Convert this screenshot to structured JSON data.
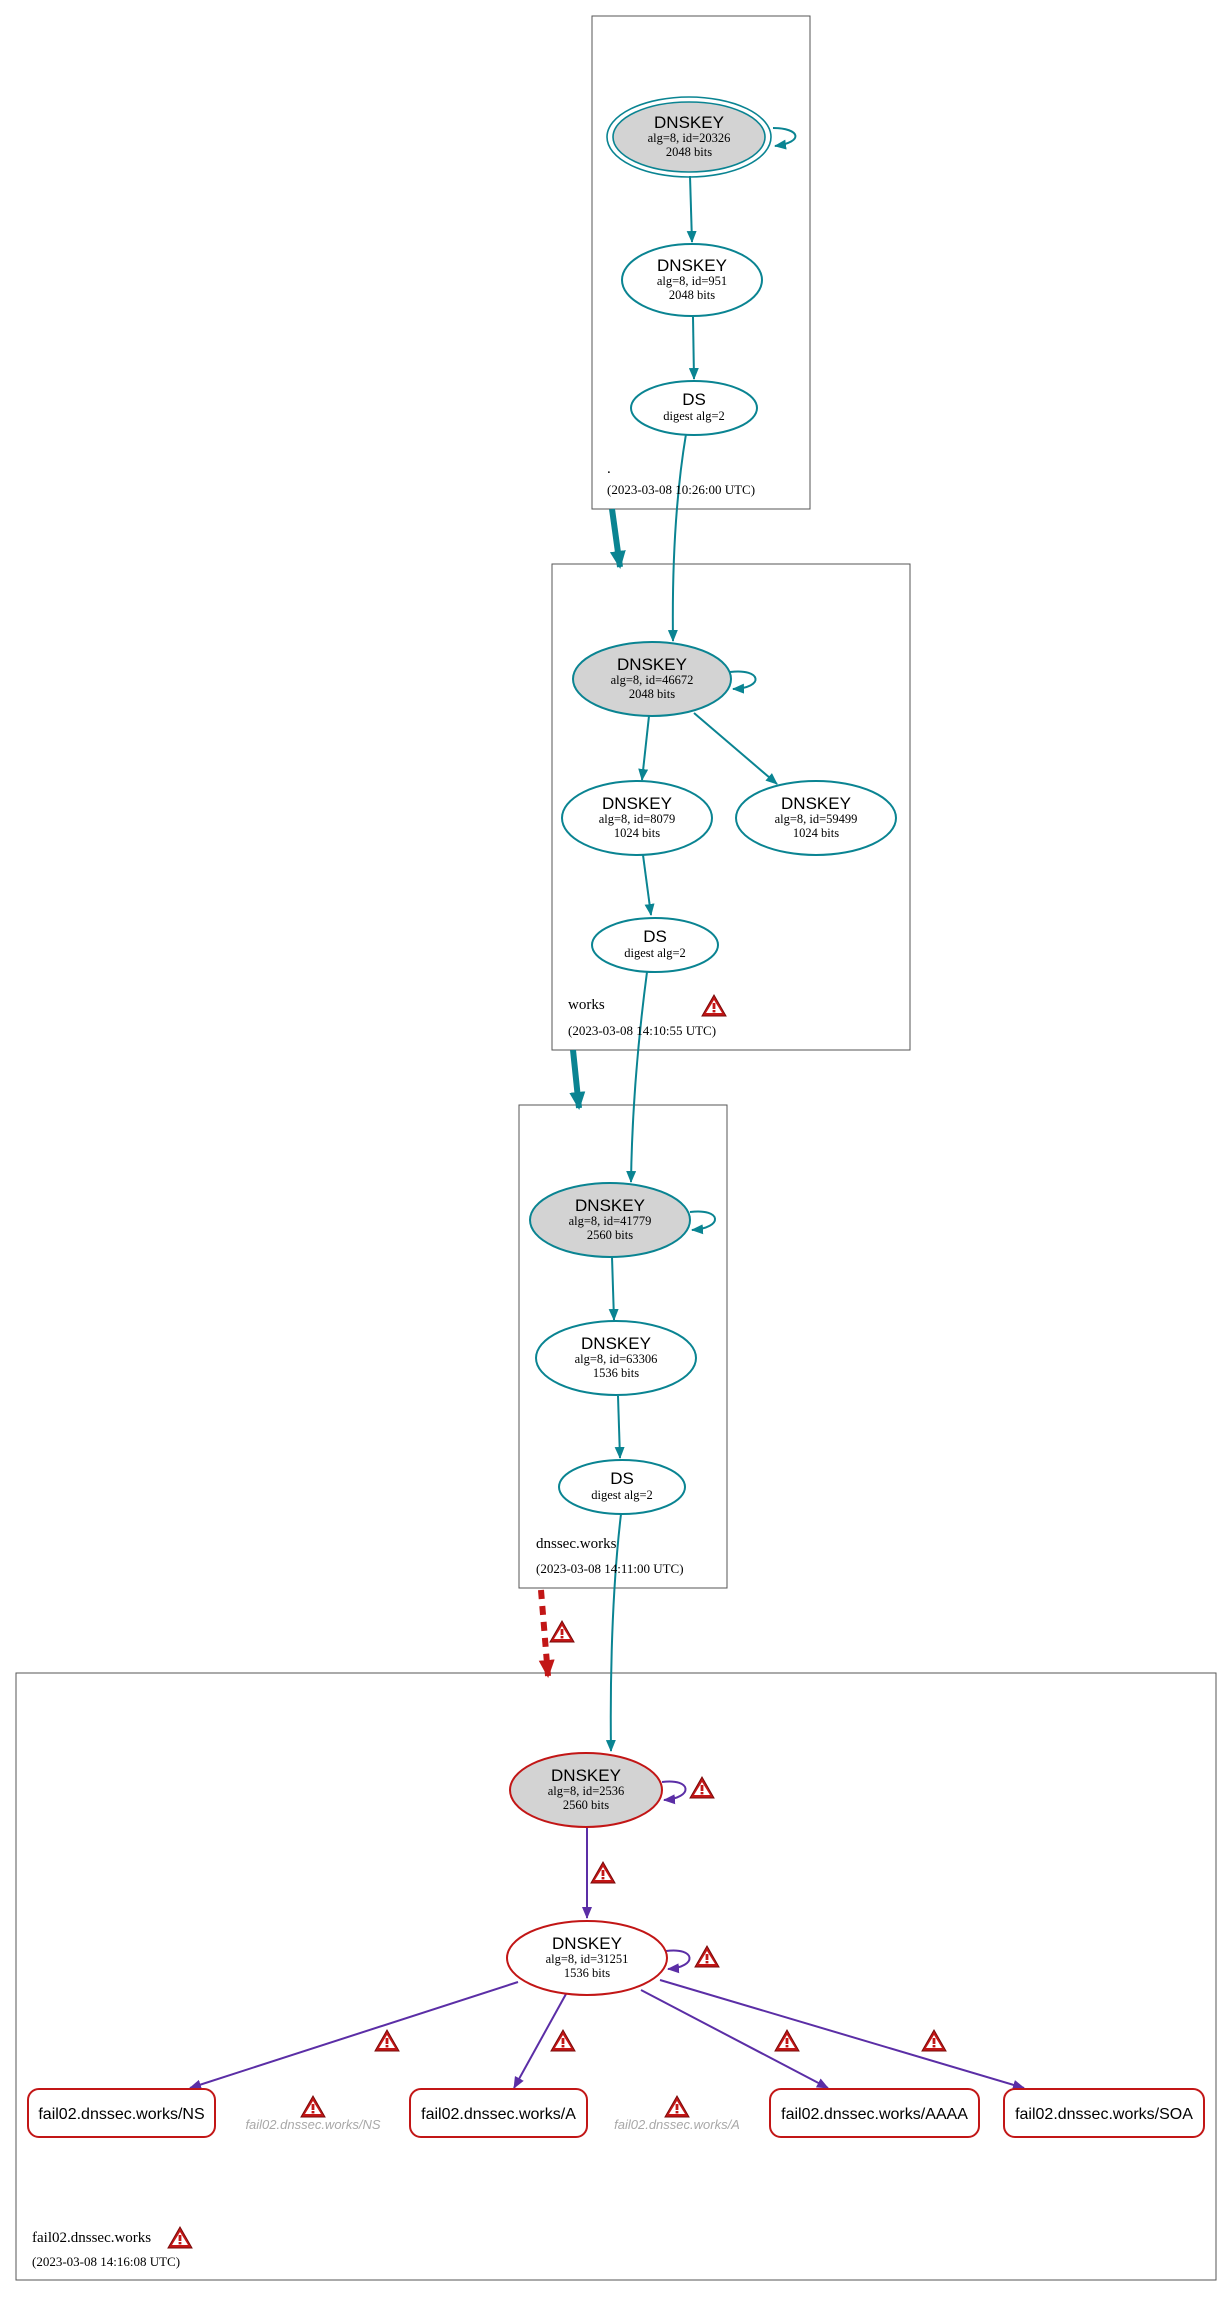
{
  "zones": {
    "root": {
      "name": ".",
      "timestamp": "(2023-03-08 10:26:00 UTC)"
    },
    "works": {
      "name": "works",
      "timestamp": "(2023-03-08 14:10:55 UTC)"
    },
    "dnssec_works": {
      "name": "dnssec.works",
      "timestamp": "(2023-03-08 14:11:00 UTC)"
    },
    "fail02": {
      "name": "fail02.dnssec.works",
      "timestamp": "(2023-03-08 14:16:08 UTC)"
    }
  },
  "nodes": {
    "root_ksk": {
      "title": "DNSKEY",
      "line1": "alg=8, id=20326",
      "line2": "2048 bits"
    },
    "root_zsk": {
      "title": "DNSKEY",
      "line1": "alg=8, id=951",
      "line2": "2048 bits"
    },
    "root_ds": {
      "title": "DS",
      "line1": "digest alg=2"
    },
    "works_ksk": {
      "title": "DNSKEY",
      "line1": "alg=8, id=46672",
      "line2": "2048 bits"
    },
    "works_zsk1": {
      "title": "DNSKEY",
      "line1": "alg=8, id=8079",
      "line2": "1024 bits"
    },
    "works_zsk2": {
      "title": "DNSKEY",
      "line1": "alg=8, id=59499",
      "line2": "1024 bits"
    },
    "works_ds": {
      "title": "DS",
      "line1": "digest alg=2"
    },
    "dw_ksk": {
      "title": "DNSKEY",
      "line1": "alg=8, id=41779",
      "line2": "2560 bits"
    },
    "dw_zsk": {
      "title": "DNSKEY",
      "line1": "alg=8, id=63306",
      "line2": "1536 bits"
    },
    "dw_ds": {
      "title": "DS",
      "line1": "digest alg=2"
    },
    "f_ksk": {
      "title": "DNSKEY",
      "line1": "alg=8, id=2536",
      "line2": "2560 bits"
    },
    "f_zsk": {
      "title": "DNSKEY",
      "line1": "alg=8, id=31251",
      "line2": "1536 bits"
    }
  },
  "rrsets": {
    "ns": "fail02.dnssec.works/NS",
    "a": "fail02.dnssec.works/A",
    "aaaa": "fail02.dnssec.works/AAAA",
    "soa": "fail02.dnssec.works/SOA"
  },
  "nonexistent": {
    "ns": "fail02.dnssec.works/NS",
    "a": "fail02.dnssec.works/A"
  },
  "colors": {
    "secure": "#0a8492",
    "bogus": "#c21616",
    "signed": "#5b2ea6",
    "zone_border": "#555555",
    "ksk_fill": "#d3d3d3",
    "warning": "#c21616"
  },
  "icons": {
    "warning": "warning-triangle-icon"
  }
}
